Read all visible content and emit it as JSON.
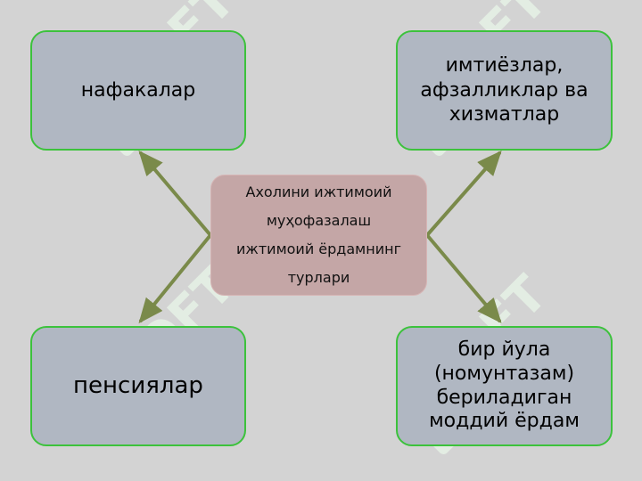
{
  "center": {
    "lines": [
      "Ахолини ижтимоий",
      "муҳофазалаш",
      "ижтимоий ёрдамнинг",
      "турлари"
    ]
  },
  "boxes": {
    "top_left": "нафакалар",
    "top_right": [
      "имтиёзлар,",
      "афзалликлар ва",
      "хизматлар"
    ],
    "bottom_left": "пенсиялар",
    "bottom_right": [
      "бир йула",
      "(номунтазам)",
      "бериладиган",
      "моддий ёрдам"
    ]
  },
  "watermark": {
    "text": "SOFT"
  },
  "colors": {
    "background": "#d3d3d3",
    "box_fill": "#b0b7c2",
    "box_border": "#3cc23c",
    "center_fill": "#c4a6a6",
    "arrow": "#7a8a4a",
    "watermark": "#e6f1e6"
  }
}
